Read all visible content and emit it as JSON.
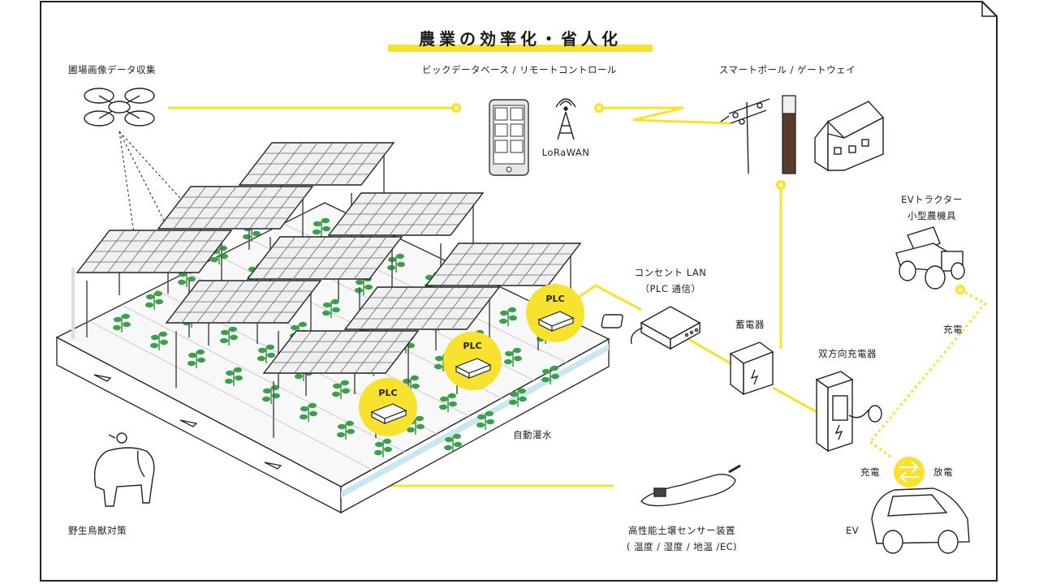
{
  "title": "農業の効率化・省人化",
  "labels": {
    "drone": "圃場画像データ収集",
    "bigdata": "ビックデータベース / リモートコントロール",
    "smartpole": "スマートポール / ゲートウェイ",
    "lorawan": "LoRaWAN",
    "ev_tractor_1": "EVトラクター",
    "ev_tractor_2": "小型農機具",
    "outlet_lan_1": "コンセント LAN",
    "outlet_lan_2": "（PLC 通信）",
    "battery": "蓄電器",
    "bidirectional_charger": "双方向充電器",
    "charge_tractor": "充電",
    "charge_ev": "充電",
    "discharge_ev": "放電",
    "auto_irrigation": "自動灌水",
    "wildlife": "野生鳥獣対策",
    "soil_sensor_1": "高性能土壌センサー装置",
    "soil_sensor_2": "( 温度 / 湿度 / 地温 /EC)",
    "ev": "EV",
    "plc": "PLC"
  },
  "colors": {
    "accent": "#f7e22f",
    "line": "#222222",
    "pole_brown": "#5a3a2a"
  },
  "icons": [
    "drone-icon",
    "smartphone-icon",
    "antenna-icon",
    "utility-pole-icon",
    "smart-pole-icon",
    "house-icon",
    "tractor-icon",
    "router-icon",
    "battery-box-icon",
    "charger-icon",
    "car-icon",
    "soil-sensor-icon",
    "animal-icon",
    "solar-panel-icon",
    "plant-icon"
  ]
}
